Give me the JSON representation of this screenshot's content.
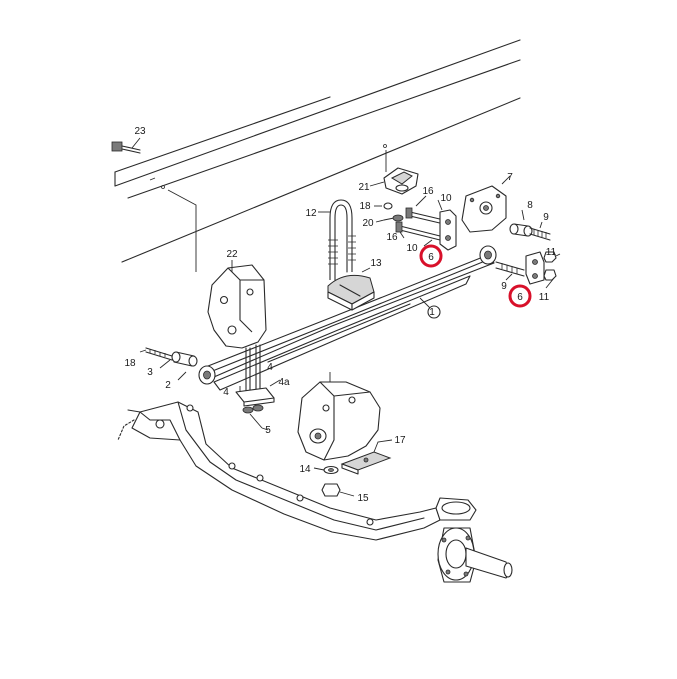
{
  "diagram": {
    "labels": {
      "p1": "1",
      "p2": "2",
      "p3": "3",
      "p4a": "4",
      "p4b": "4",
      "p4c": "4a",
      "p5": "5",
      "p6a": "6",
      "p6b": "6",
      "p7": "7",
      "p8": "8",
      "p9a": "9",
      "p9b": "9",
      "p10a": "10",
      "p10b": "10",
      "p11a": "11",
      "p11b": "11",
      "p12": "12",
      "p13": "13",
      "p14": "14",
      "p15": "15",
      "p16a": "16",
      "p16b": "16",
      "p17": "17",
      "p18a": "18",
      "p18b": "18",
      "p20": "20",
      "p21": "21",
      "p22": "22",
      "p23": "23"
    },
    "highlight_color": "#d8102a"
  }
}
